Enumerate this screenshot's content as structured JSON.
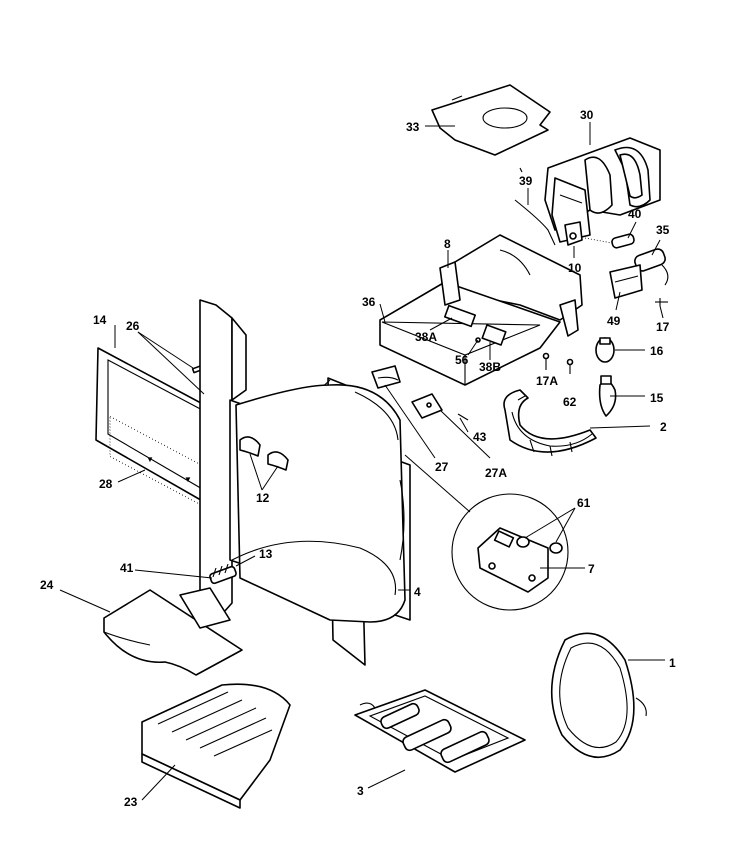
{
  "diagram": {
    "callouts": [
      {
        "key": "c33",
        "label": "33"
      },
      {
        "key": "c30",
        "label": "30"
      },
      {
        "key": "c39",
        "label": "39"
      },
      {
        "key": "c40",
        "label": "40"
      },
      {
        "key": "c35",
        "label": "35"
      },
      {
        "key": "c10",
        "label": "10"
      },
      {
        "key": "c8",
        "label": "8"
      },
      {
        "key": "c36",
        "label": "36"
      },
      {
        "key": "c49",
        "label": "49"
      },
      {
        "key": "c17",
        "label": "17"
      },
      {
        "key": "c14",
        "label": "14"
      },
      {
        "key": "c26",
        "label": "26"
      },
      {
        "key": "c38A",
        "label": "38A"
      },
      {
        "key": "c56",
        "label": "56"
      },
      {
        "key": "c38B",
        "label": "38B"
      },
      {
        "key": "c16",
        "label": "16"
      },
      {
        "key": "c17A",
        "label": "17A"
      },
      {
        "key": "c62",
        "label": "62"
      },
      {
        "key": "c15",
        "label": "15"
      },
      {
        "key": "c43",
        "label": "43"
      },
      {
        "key": "c2",
        "label": "2"
      },
      {
        "key": "c27",
        "label": "27"
      },
      {
        "key": "c27A",
        "label": "27A"
      },
      {
        "key": "c28",
        "label": "28"
      },
      {
        "key": "c12",
        "label": "12"
      },
      {
        "key": "c61",
        "label": "61"
      },
      {
        "key": "c7",
        "label": "7"
      },
      {
        "key": "c13",
        "label": "13"
      },
      {
        "key": "c41",
        "label": "41"
      },
      {
        "key": "c24",
        "label": "24"
      },
      {
        "key": "c4",
        "label": "4"
      },
      {
        "key": "c1",
        "label": "1"
      },
      {
        "key": "c23",
        "label": "23"
      },
      {
        "key": "c3",
        "label": "3"
      }
    ]
  }
}
